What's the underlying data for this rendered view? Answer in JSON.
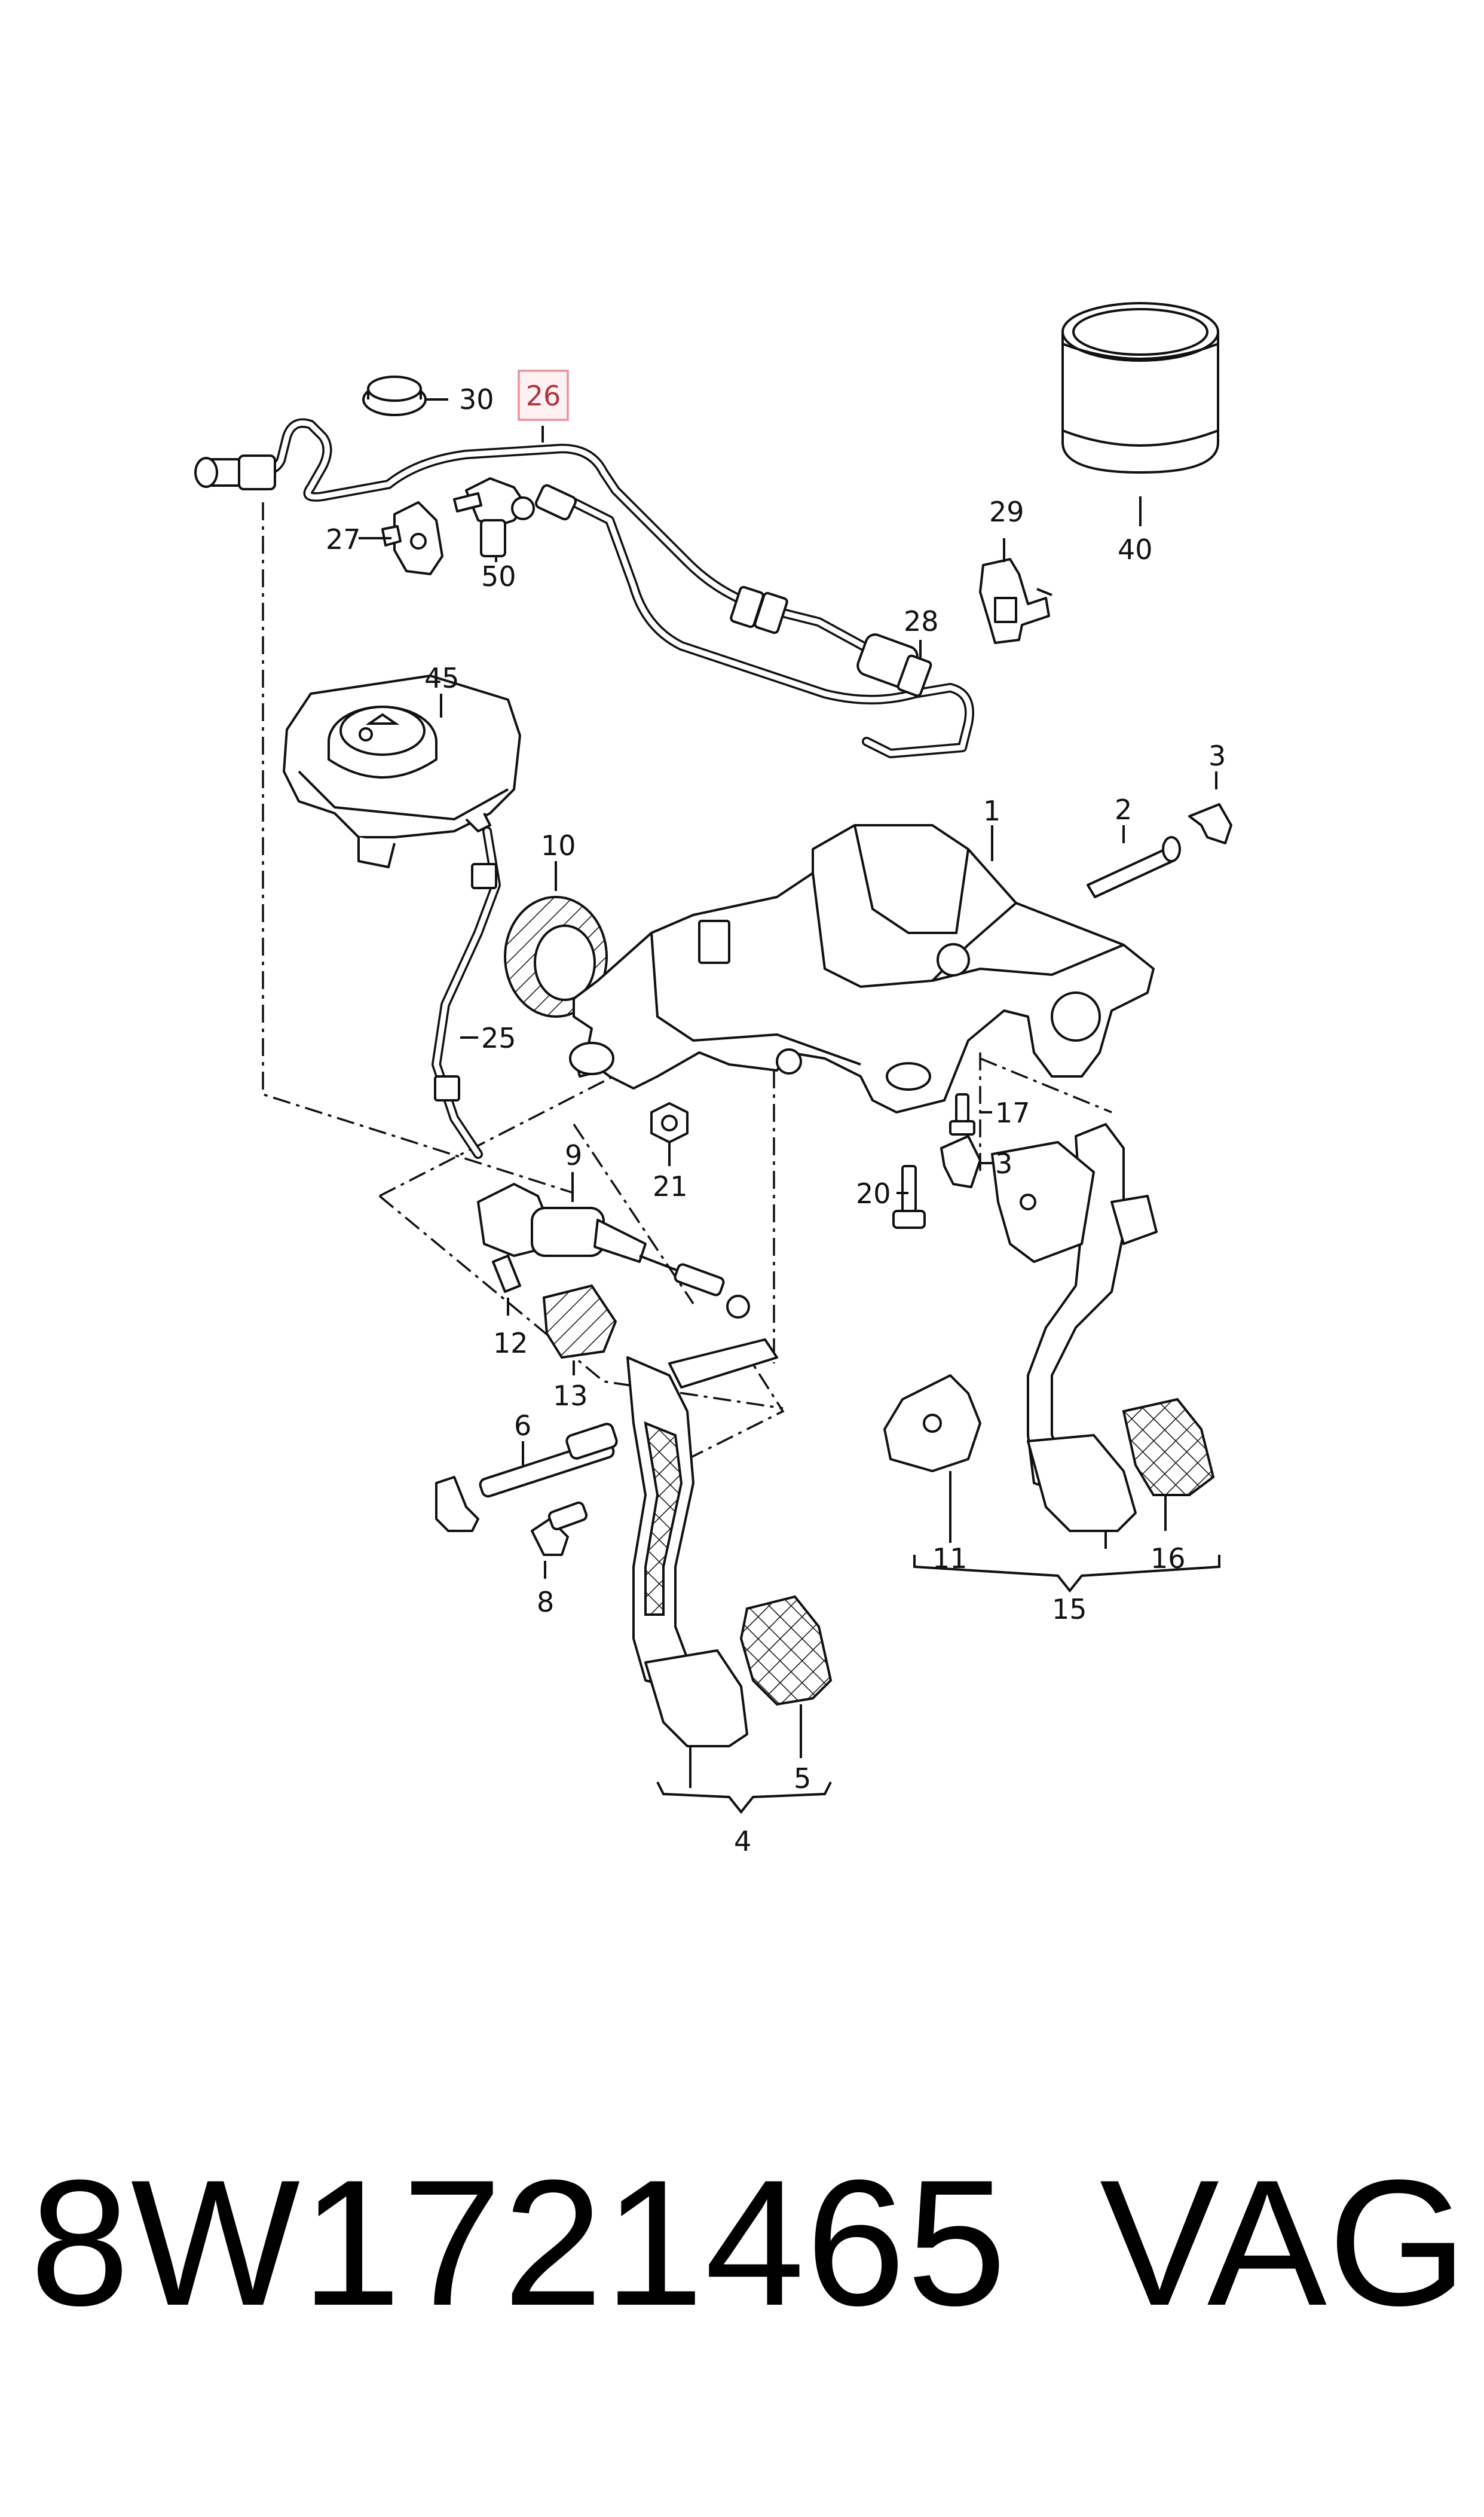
{
  "callouts": {
    "c1": "1",
    "c2": "2",
    "c3a": "3",
    "c3b": "3",
    "c4": "4",
    "c5": "5",
    "c6": "6",
    "c8": "8",
    "c9": "9",
    "c10": "10",
    "c11": "11",
    "c12": "12",
    "c13": "13",
    "c15": "15",
    "c16": "16",
    "c17": "17",
    "c20": "20",
    "c21": "21",
    "c25": "25",
    "c26": "26",
    "c27": "27",
    "c28": "28",
    "c29": "29",
    "c30": "30",
    "c40": "40",
    "c45": "45",
    "c50": "50"
  },
  "highlighted_part": "26",
  "footer": {
    "part_number": "8W1721465",
    "brand": "VAG"
  },
  "colors": {
    "line": "#111111",
    "highlight_fill": "#fdf1f3",
    "highlight_border": "#e8909f",
    "highlight_text": "#a8393f"
  }
}
